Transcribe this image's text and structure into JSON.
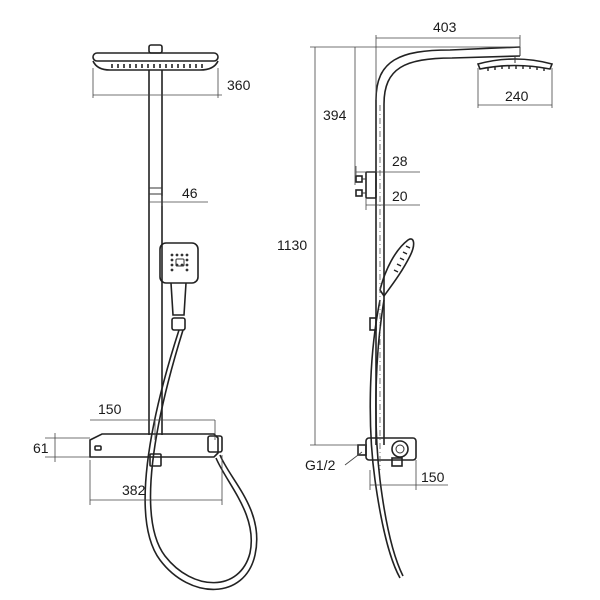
{
  "dimensions": {
    "front": {
      "head_width": "360",
      "pipe_diameter": "46",
      "center_distance": "150",
      "body_height": "61",
      "body_width": "382"
    },
    "side": {
      "reach": "403",
      "top_height": "394",
      "total_height": "1130",
      "head_diameter": "240",
      "bracket_a": "28",
      "bracket_b": "20",
      "thread": "G1/2",
      "depth": "150"
    }
  }
}
